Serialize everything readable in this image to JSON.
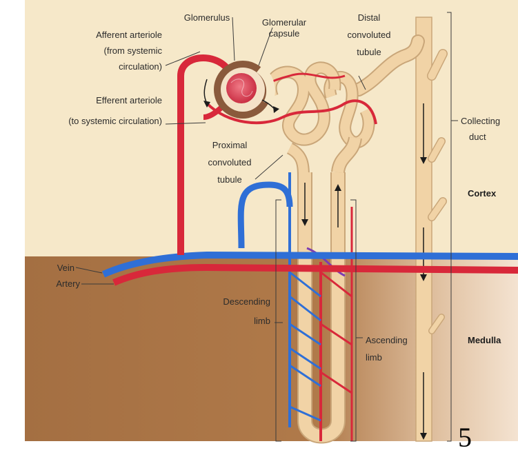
{
  "labels": {
    "glomerulus": "Glomerulus",
    "glomerular_capsule_1": "Glomerular",
    "glomerular_capsule_2": "capsule",
    "distal_1": "Distal",
    "distal_2": "convoluted",
    "distal_3": "tubule",
    "afferent_1": "Afferent arteriole",
    "afferent_2": "(from systemic",
    "afferent_3": "circulation)",
    "efferent_1": "Efferent arteriole",
    "efferent_2": "(to systemic circulation)",
    "proximal_1": "Proximal",
    "proximal_2": "convoluted",
    "proximal_3": "tubule",
    "collecting_1": "Collecting",
    "collecting_2": "duct",
    "vein": "Vein",
    "artery": "Artery",
    "descending_1": "Descending",
    "descending_2": "limb",
    "ascending_1": "Ascending",
    "ascending_2": "limb"
  },
  "regions": {
    "cortex": "Cortex",
    "medulla": "Medulla"
  },
  "slide_number": "5",
  "colors": {
    "cortex_bg": "#f6e8c9",
    "medulla_bg": "#a67446",
    "tubule": "#f1d3a6",
    "artery": "#d8283a",
    "vein": "#2f6fd6",
    "capsule": "#8a5a3c",
    "glomerulus": "#e04e5e"
  }
}
